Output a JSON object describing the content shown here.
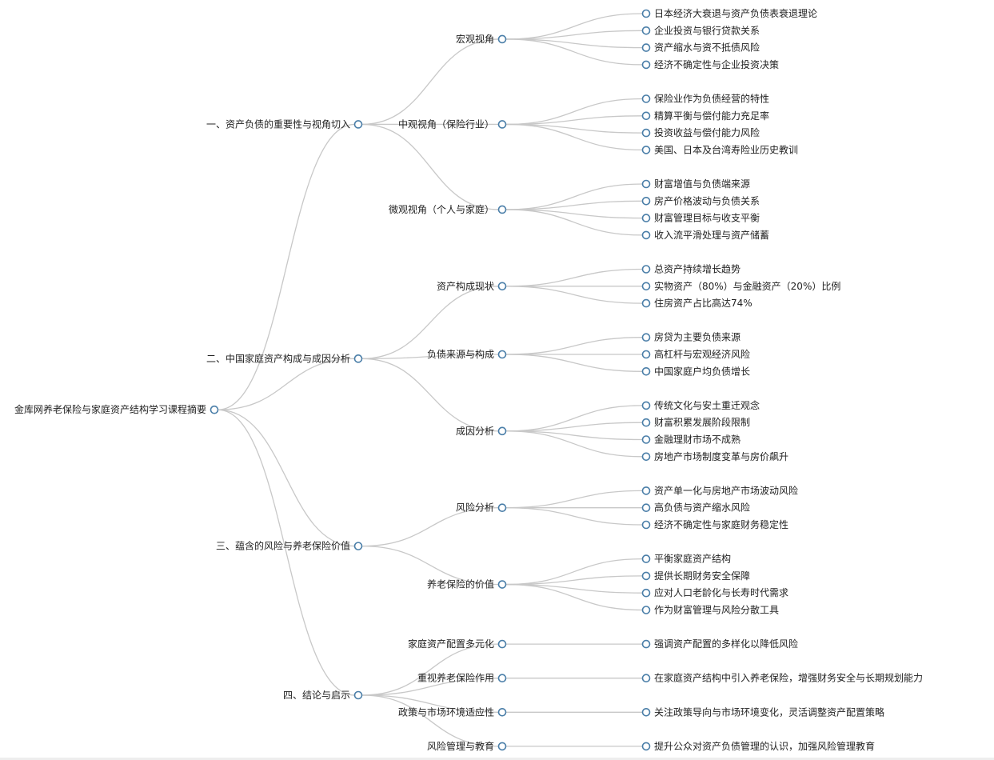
{
  "colors": {
    "link": "#c8c8c8",
    "node_stroke": "#4a7ea8",
    "label": "#222222"
  },
  "mindmap": {
    "root": {
      "label": "金库网养老保险与家庭资产结构学习课程摘要",
      "children": [
        {
          "label": "一、资产负债的重要性与视角切入",
          "children": [
            {
              "label": "宏观视角",
              "children": [
                {
                  "label": "日本经济大衰退与资产负债表衰退理论"
                },
                {
                  "label": "企业投资与银行贷款关系"
                },
                {
                  "label": "资产缩水与资不抵债风险"
                },
                {
                  "label": "经济不确定性与企业投资决策"
                }
              ]
            },
            {
              "label": "中观视角（保险行业）",
              "children": [
                {
                  "label": "保险业作为负债经营的特性"
                },
                {
                  "label": "精算平衡与偿付能力充足率"
                },
                {
                  "label": "投资收益与偿付能力风险"
                },
                {
                  "label": "美国、日本及台湾寿险业历史教训"
                }
              ]
            },
            {
              "label": "微观视角（个人与家庭）",
              "children": [
                {
                  "label": "财富增值与负债端来源"
                },
                {
                  "label": "房产价格波动与负债关系"
                },
                {
                  "label": "财富管理目标与收支平衡"
                },
                {
                  "label": "收入流平滑处理与资产储蓄"
                }
              ]
            }
          ]
        },
        {
          "label": "二、中国家庭资产构成与成因分析",
          "children": [
            {
              "label": "资产构成现状",
              "children": [
                {
                  "label": "总资产持续增长趋势"
                },
                {
                  "label": "实物资产（80%）与金融资产（20%）比例"
                },
                {
                  "label": "住房资产占比高达74%"
                }
              ]
            },
            {
              "label": "负债来源与构成",
              "children": [
                {
                  "label": "房贷为主要负债来源"
                },
                {
                  "label": "高杠杆与宏观经济风险"
                },
                {
                  "label": "中国家庭户均负债增长"
                }
              ]
            },
            {
              "label": "成因分析",
              "children": [
                {
                  "label": "传统文化与安土重迁观念"
                },
                {
                  "label": "财富积累发展阶段限制"
                },
                {
                  "label": "金融理财市场不成熟"
                },
                {
                  "label": "房地产市场制度变革与房价飙升"
                }
              ]
            }
          ]
        },
        {
          "label": "三、蕴含的风险与养老保险价值",
          "children": [
            {
              "label": "风险分析",
              "children": [
                {
                  "label": "资产单一化与房地产市场波动风险"
                },
                {
                  "label": "高负债与资产缩水风险"
                },
                {
                  "label": "经济不确定性与家庭财务稳定性"
                }
              ]
            },
            {
              "label": "养老保险的价值",
              "children": [
                {
                  "label": "平衡家庭资产结构"
                },
                {
                  "label": "提供长期财务安全保障"
                },
                {
                  "label": "应对人口老龄化与长寿时代需求"
                },
                {
                  "label": "作为财富管理与风险分散工具"
                }
              ]
            }
          ]
        },
        {
          "label": "四、结论与启示",
          "children": [
            {
              "label": "家庭资产配置多元化",
              "children": [
                {
                  "label": "强调资产配置的多样化以降低风险"
                }
              ]
            },
            {
              "label": "重视养老保险作用",
              "children": [
                {
                  "label": "在家庭资产结构中引入养老保险，增强财务安全与长期规划能力"
                }
              ]
            },
            {
              "label": "政策与市场环境适应性",
              "children": [
                {
                  "label": "关注政策导向与市场环境变化，灵活调整资产配置策略"
                }
              ]
            },
            {
              "label": "风险管理与教育",
              "children": [
                {
                  "label": "提升公众对资产负债管理的认识，加强风险管理教育"
                }
              ]
            }
          ]
        }
      ]
    }
  }
}
